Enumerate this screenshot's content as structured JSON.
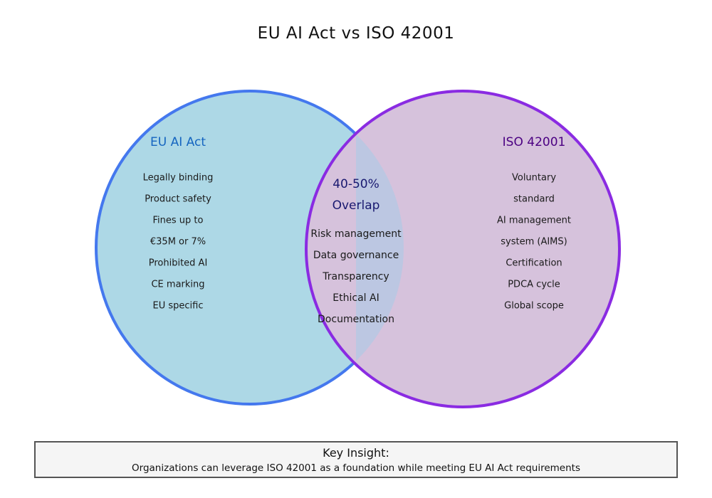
{
  "title": "EU AI Act vs ISO 42001",
  "colors": {
    "blue_fill": "#ADD8E6",
    "blue_stroke": "#4478EE",
    "pink_fill": "#D6C2DC",
    "purple_stroke": "#8A2BE2",
    "overlap_fill": "#BCC7E2",
    "eu_label": "#1565C0",
    "iso_label": "#4B0082",
    "overlap_label": "#191970"
  },
  "venn": {
    "left": {
      "label": "EU AI Act",
      "items": {
        "0": "Legally binding",
        "1": "Product safety",
        "2": "Fines up to",
        "3": "€35M or 7%",
        "4": "Prohibited AI",
        "5": "CE marking",
        "6": "EU specific"
      }
    },
    "right": {
      "label": "ISO 42001",
      "items": {
        "0": "Voluntary",
        "1": "standard",
        "2": "AI management",
        "3": "system (AIMS)",
        "4": "Certification",
        "5": "PDCA cycle",
        "6": "Global scope"
      }
    },
    "overlap": {
      "label_line1": "40-50%",
      "label_line2": "Overlap",
      "items": {
        "0": "Risk management",
        "1": "Data governance",
        "2": "Transparency",
        "3": "Ethical AI",
        "4": "Documentation"
      }
    }
  },
  "insight": {
    "heading": "Key Insight:",
    "body": "Organizations can leverage ISO 42001 as a foundation while meeting EU AI Act requirements"
  }
}
